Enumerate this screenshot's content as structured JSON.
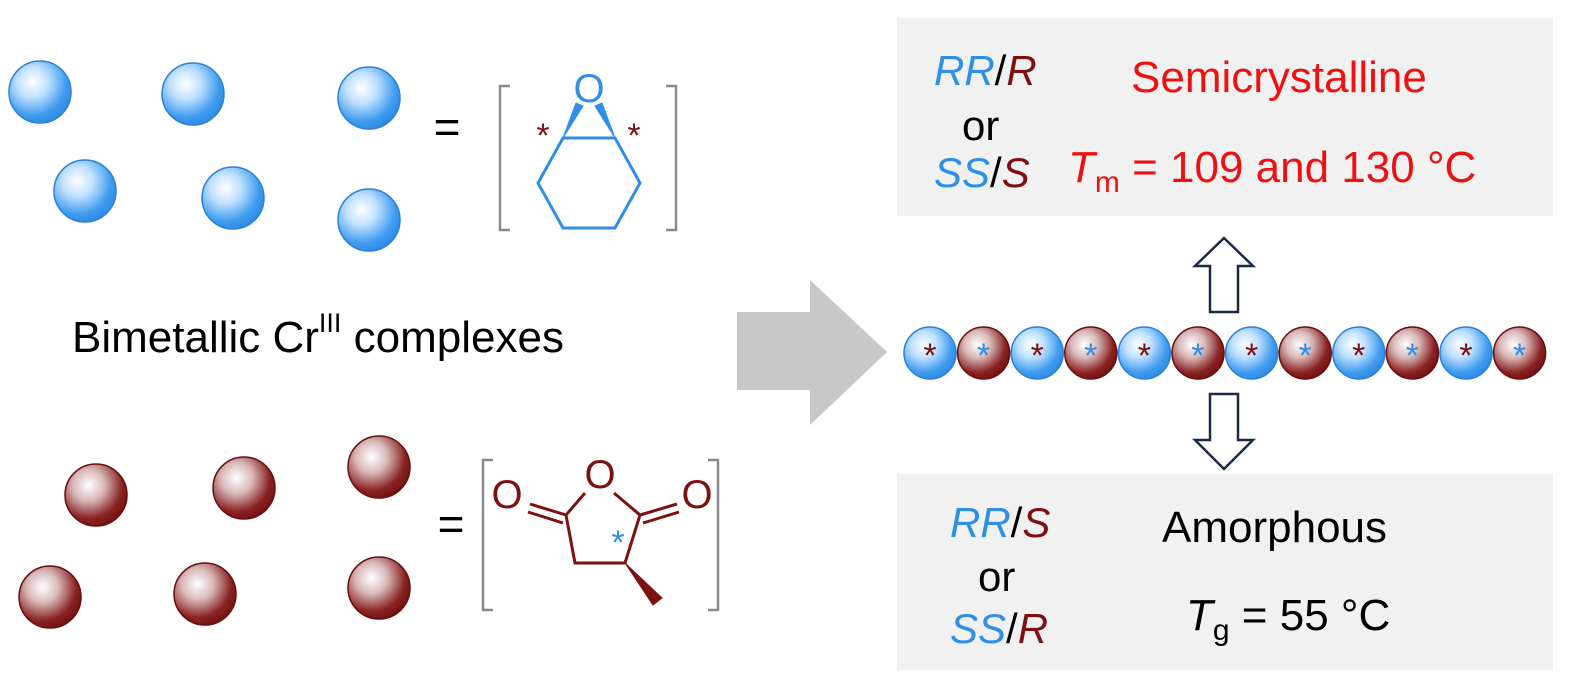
{
  "colors": {
    "blue": "#2f8fe6",
    "maroon": "#7d1111",
    "red": "#ee1111",
    "box_background": "#f1f1f1",
    "arrow_gray": "#c8c8c8",
    "arrow_outline": "#1c2a44"
  },
  "left": {
    "label_main": "Bimetallic Cr",
    "label_superscript": "III",
    "label_tail": " complexes",
    "equals": "=",
    "epoxide": {
      "oxygen": "O",
      "stereo_mark": "*"
    },
    "anhydride": {
      "oxygen": "O",
      "stereo_mark": "*"
    }
  },
  "top_box": {
    "option1": {
      "first": "RR",
      "slash": "/",
      "second": "R"
    },
    "connector": "or",
    "option2": {
      "first": "SS",
      "slash": "/",
      "second": "S"
    },
    "title": "Semicrystalline",
    "property_symbol": "T",
    "property_subscript": "m",
    "property_value": " = 109 and 130 °C"
  },
  "bottom_box": {
    "option1": {
      "first": "RR",
      "slash": "/",
      "second": "S"
    },
    "connector": "or",
    "option2": {
      "first": "SS",
      "slash": "/",
      "second": "R"
    },
    "title": "Amorphous",
    "property_symbol": "T",
    "property_subscript": "g",
    "property_value": " = 55 °C"
  },
  "chain": {
    "bead_colors": [
      "blue",
      "maroon",
      "blue",
      "maroon",
      "blue",
      "maroon",
      "blue",
      "maroon",
      "blue",
      "maroon",
      "blue",
      "maroon"
    ],
    "star_colors": [
      "maroon",
      "blue",
      "maroon",
      "blue",
      "maroon",
      "blue",
      "maroon",
      "blue",
      "maroon",
      "blue",
      "maroon",
      "blue"
    ],
    "star": "*"
  },
  "icons": {
    "big_arrow": "right-arrow-icon",
    "up_arrow": "up-arrow-icon",
    "down_arrow": "down-arrow-icon"
  }
}
